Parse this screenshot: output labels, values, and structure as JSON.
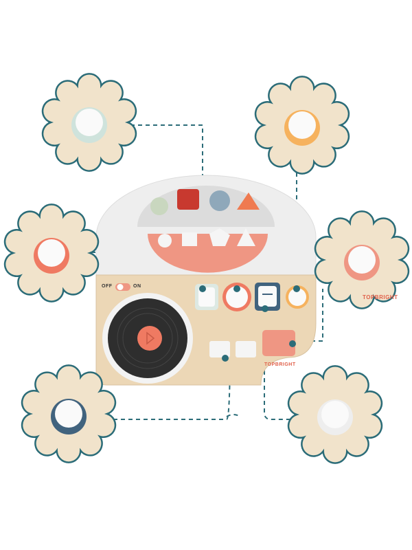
{
  "switch": {
    "off_label": "OFF",
    "on_label": "ON"
  },
  "brand": {
    "logo_text": "TOPBRIGHT",
    "callout_logo_text": "TOPBRIGHT"
  },
  "colors": {
    "teal": "#2b6c78",
    "coral": "#ef7a62",
    "wood": "#ecd7b6",
    "dark": "#2e2e2e",
    "blue": "#41637e",
    "orange": "#f6b25e"
  }
}
